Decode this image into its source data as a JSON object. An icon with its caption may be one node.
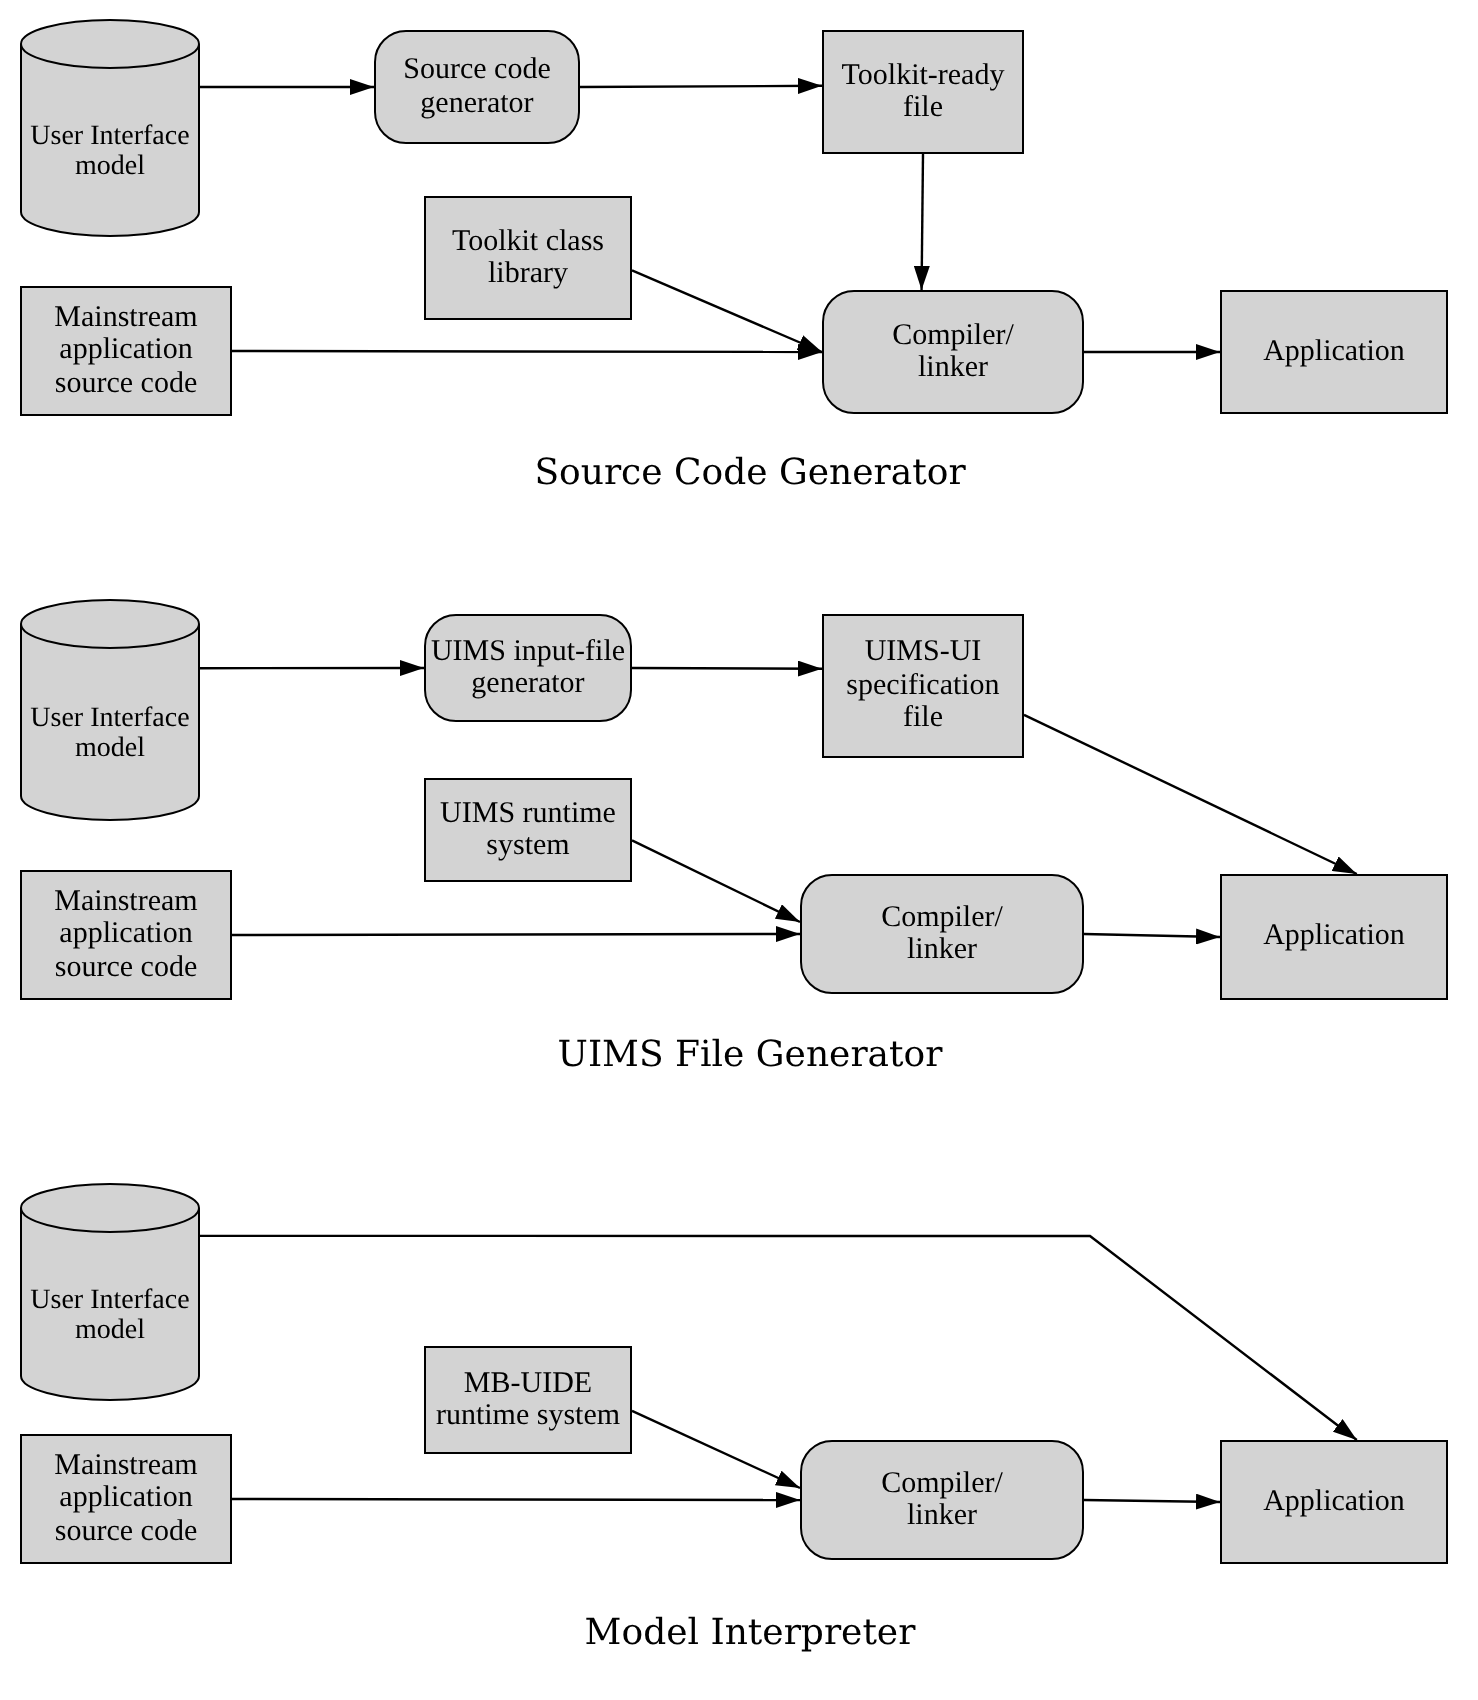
{
  "diagram": {
    "nodes": [
      {
        "text": [
          "User Interface model"
        ]
      },
      {
        "text": [
          "Source code generator"
        ]
      },
      {
        "text": [
          "Toolkit-ready file"
        ]
      },
      {
        "text": [
          "Toolkit class library"
        ]
      },
      {
        "text": [
          "Mainstream application source code"
        ]
      },
      {
        "text": [
          "Compiler/ linker"
        ]
      },
      {
        "text": [
          "Application"
        ]
      },
      {
        "text": [
          "User Interface model"
        ]
      },
      {
        "text": [
          "UIMS input-file generator"
        ]
      },
      {
        "text": [
          "UIMS-UI specification file"
        ]
      },
      {
        "text": [
          "UIMS runtime system"
        ]
      },
      {
        "text": [
          "Mainstream application source code"
        ]
      },
      {
        "text": [
          "Compiler/ linker"
        ]
      },
      {
        "text": [
          "Application"
        ]
      },
      {
        "text": [
          "User Interface model"
        ]
      },
      {
        "text": [
          "MB-UIDE runtime system"
        ]
      },
      {
        "text": [
          "Mainstream application source code"
        ]
      },
      {
        "text": [
          "Compiler/ linker"
        ]
      },
      {
        "text": [
          "Application"
        ]
      }
    ],
    "edges": [
      {
        "from": 0,
        "to": 1,
        "arrow": "to"
      },
      {
        "from": 1,
        "to": 2,
        "arrow": "to"
      },
      {
        "from": 2,
        "to": 5,
        "arrow": "to"
      },
      {
        "from": 3,
        "to": 5,
        "arrow": "to"
      },
      {
        "from": 4,
        "to": 5,
        "arrow": "to"
      },
      {
        "from": 5,
        "to": 6,
        "arrow": "to"
      },
      {
        "from": 7,
        "to": 8,
        "arrow": "to"
      },
      {
        "from": 8,
        "to": 9,
        "arrow": "to"
      },
      {
        "from": 9,
        "to": 13,
        "arrow": "to"
      },
      {
        "from": 10,
        "to": 12,
        "arrow": "to"
      },
      {
        "from": 11,
        "to": 12,
        "arrow": "to"
      },
      {
        "from": 12,
        "to": 13,
        "arrow": "to"
      },
      {
        "from": 14,
        "to": 18,
        "arrow": "to"
      },
      {
        "from": 15,
        "to": 17,
        "arrow": "to"
      },
      {
        "from": 16,
        "to": 17,
        "arrow": "to"
      },
      {
        "from": 17,
        "to": 18,
        "arrow": "to"
      }
    ],
    "labels": [
      "Source Code Generator",
      "UIMS File Generator",
      "Model Interpreter"
    ]
  }
}
